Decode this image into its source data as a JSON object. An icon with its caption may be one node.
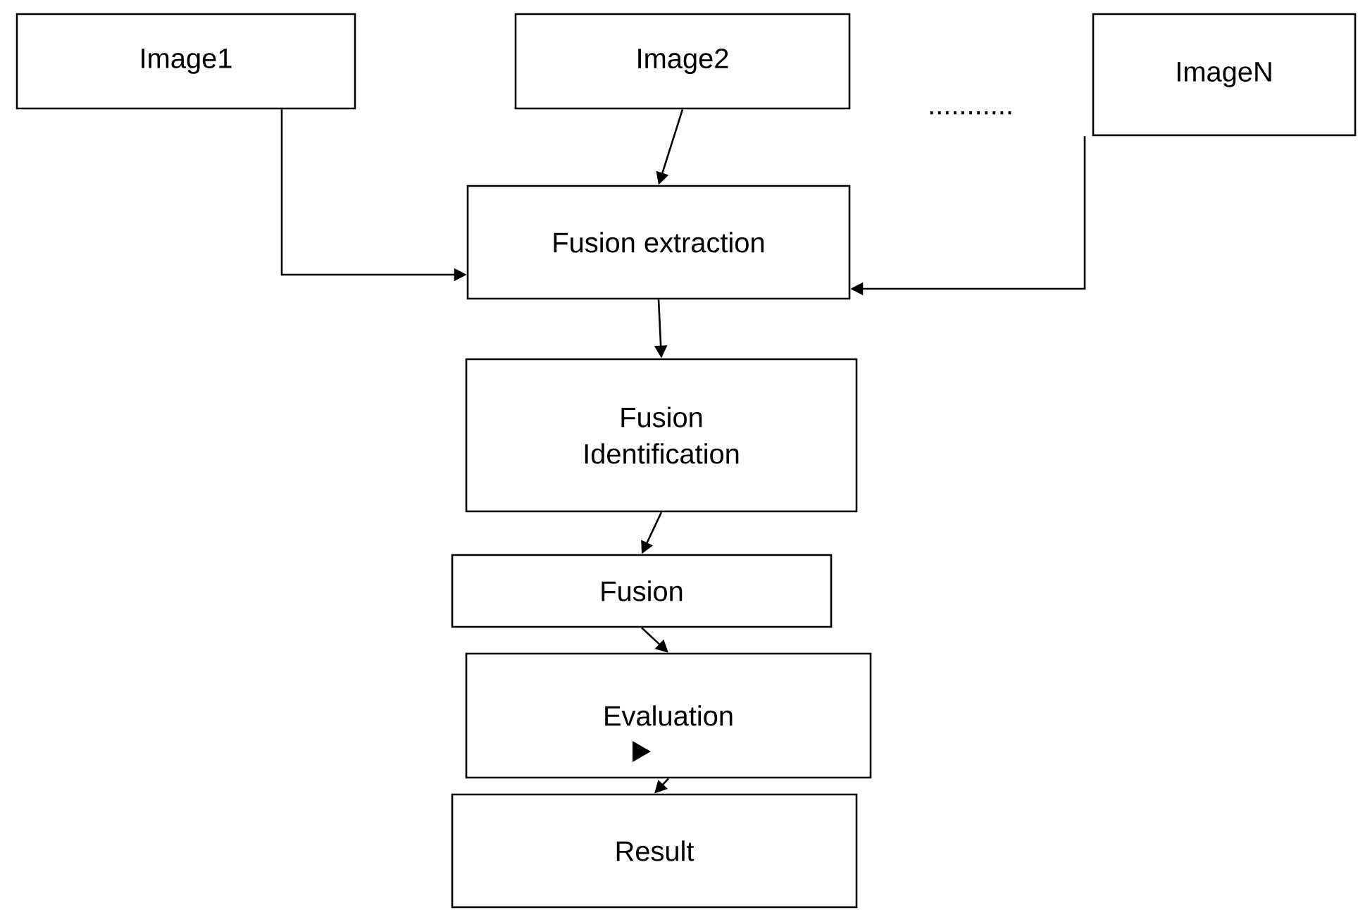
{
  "diagram": {
    "nodes": [
      {
        "text": [
          "Image1"
        ]
      },
      {
        "text": [
          "Image2"
        ]
      },
      {
        "text": [
          "ImageN"
        ]
      },
      {
        "text": [
          "Fusion extraction"
        ]
      },
      {
        "text": [
          "Fusion Identification"
        ]
      },
      {
        "text": [
          "Fusion"
        ]
      },
      {
        "text": [
          "Evaluation"
        ]
      },
      {
        "text": [
          "Result"
        ]
      }
    ],
    "edges": [
      {
        "from": 0,
        "to": 3,
        "arrow": "to"
      },
      {
        "from": 1,
        "to": 3,
        "arrow": "to"
      },
      {
        "from": 2,
        "to": 3,
        "arrow": "to"
      },
      {
        "from": 3,
        "to": 4,
        "arrow": "to"
      },
      {
        "from": 4,
        "to": 5,
        "arrow": "to"
      },
      {
        "from": 5,
        "to": 6,
        "arrow": "to"
      },
      {
        "from": 6,
        "to": 7,
        "arrow": "to"
      }
    ],
    "labels": [
      "..........."
    ]
  }
}
